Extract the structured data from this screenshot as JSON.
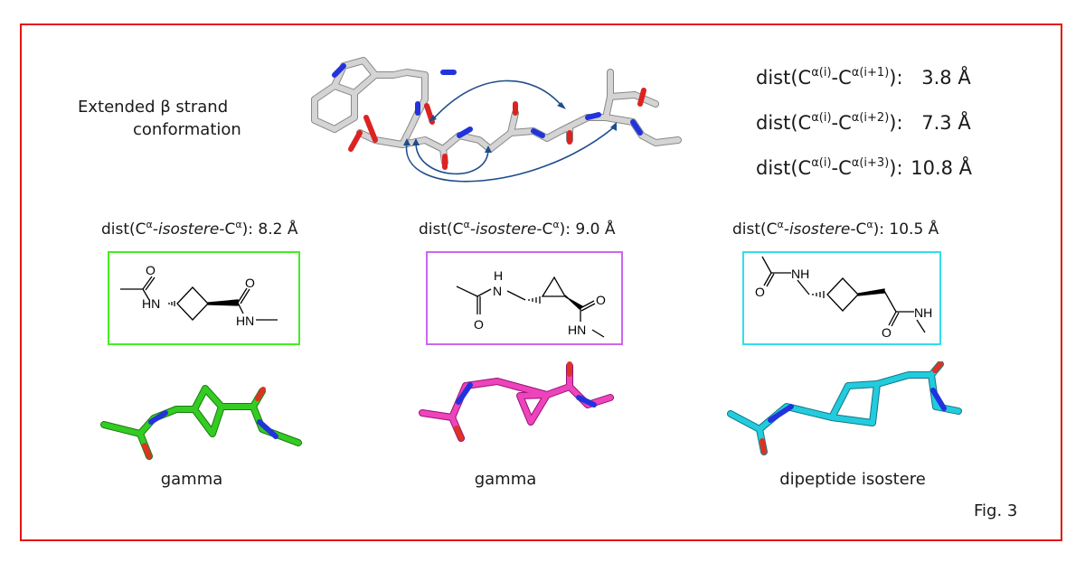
{
  "figure": {
    "label": "Fig. 3",
    "border_color": "#e3150d"
  },
  "header": {
    "title_line1": "Extended β strand",
    "title_line2": "conformation"
  },
  "peptide_model": {
    "description": "extended beta strand peptide stick model with distance arrows",
    "colors": {
      "carbon": "#c8c8c8",
      "nitrogen": "#2233dd",
      "oxygen": "#dd2222",
      "arrow": "#1f4e8c"
    }
  },
  "distances": [
    {
      "prefix": "dist(C",
      "sup1": "α(i)",
      "mid": "-C",
      "sup2": "α(i+1)",
      "suffix": "):",
      "value": "3.8 Å"
    },
    {
      "prefix": "dist(C",
      "sup1": "α(i)",
      "mid": "-C",
      "sup2": "α(i+2)",
      "suffix": "):",
      "value": "7.3 Å"
    },
    {
      "prefix": "dist(C",
      "sup1": "α(i)",
      "mid": "-C",
      "sup2": "α(i+3)",
      "suffix": "):",
      "value": "10.8 Å"
    }
  ],
  "isosteres": [
    {
      "label_prefix": "dist(C",
      "label_sup1": "α",
      "label_dash1": "-",
      "label_italic": "isostere",
      "label_dash2": "-C",
      "label_sup2": "α",
      "label_value": "): 8.2 Å",
      "box_color": "#44ee22",
      "model_color": "#33cc22",
      "caption": "gamma",
      "atoms": {
        "hn_left": "HN",
        "o_left": "O",
        "o_right": "O",
        "hn_right": "HN"
      }
    },
    {
      "label_prefix": "dist(C",
      "label_sup1": "α",
      "label_dash1": "-",
      "label_italic": "isostere",
      "label_dash2": "-C",
      "label_sup2": "α",
      "label_value": "): 9.0 Å",
      "box_color": "#cc66ee",
      "model_color": "#ee44bb",
      "caption": "gamma",
      "atoms": {
        "h_left": "H",
        "n_left": "N",
        "o_left": "O",
        "o_right": "O",
        "hn_right": "HN"
      }
    },
    {
      "label_prefix": "dist(C",
      "label_sup1": "α",
      "label_dash1": "-",
      "label_italic": "isostere",
      "label_dash2": "-C",
      "label_sup2": "α",
      "label_value": "): 10.5 Å",
      "box_color": "#33ddee",
      "model_color": "#22ccdd",
      "caption": "dipeptide isostere",
      "atoms": {
        "nh_left": "NH",
        "o_left": "O",
        "o_right": "O",
        "nh_right": "NH"
      }
    }
  ]
}
